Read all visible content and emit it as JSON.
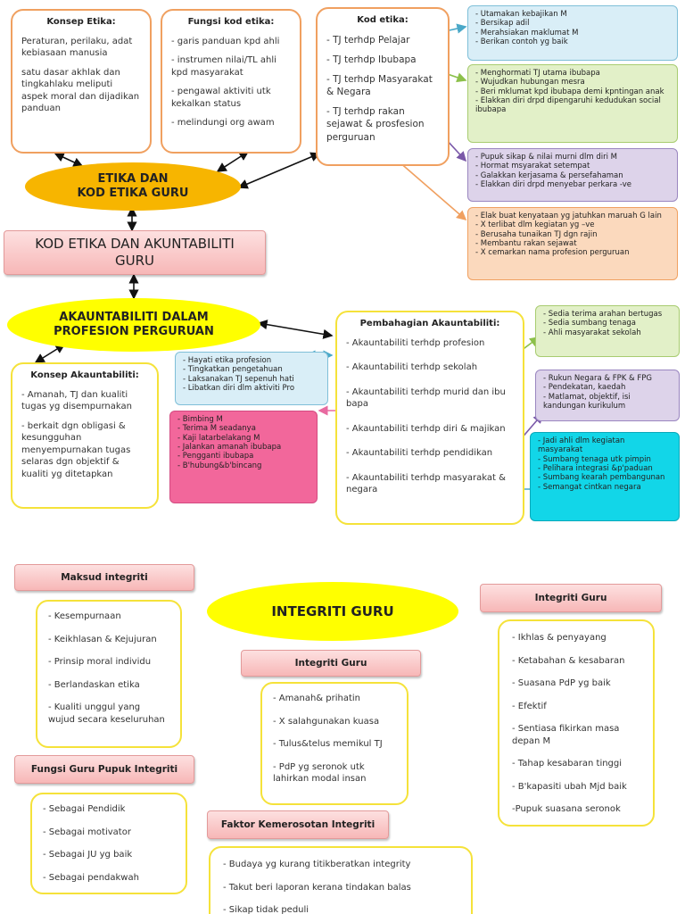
{
  "konsep_etika": {
    "title": "Konsep Etika:",
    "lines": [
      "Peraturan, perilaku, adat kebiasaan manusia",
      "satu dasar akhlak dan tingkahlaku meliputi aspek moral dan dijadikan panduan"
    ]
  },
  "fungsi_kod": {
    "title": "Fungsi kod etika:",
    "lines": [
      "- garis panduan kpd ahli",
      "- instrumen nilai/TL ahli kpd masyarakat",
      "- pengawal aktiviti utk kekalkan status",
      "- melindungi org awam"
    ]
  },
  "kod_etika": {
    "title": "Kod etika:",
    "lines": [
      "- TJ terhdp Pelajar",
      "- TJ terhdp Ibubapa",
      "- TJ terhdp Masyarakat & Negara",
      "- TJ terhdp rakan sejawat & prosfesion perguruan"
    ]
  },
  "notes": {
    "pelajar": [
      "- Utamakan kebajikan M",
      "- Bersikap adil",
      "- Merahsiakan maklumat M",
      "- Berikan contoh yg baik"
    ],
    "ibubapa": [
      "- Menghormati TJ utama ibubapa",
      "- Wujudkan hubungan mesra",
      "- Beri mklumat kpd ibubapa demi kpntingan anak",
      "- Elakkan diri drpd dipengaruhi kedudukan social ibubapa"
    ],
    "masyarakat": [
      "- Pupuk sikap & nilai murni dlm diri M",
      "- Hormat msyarakat setempat",
      "- Galakkan kerjasama & persefahaman",
      "- Elakkan diri drpd menyebar perkara -ve"
    ],
    "rakan": [
      "- Elak buat kenyataan yg jatuhkan maruah G lain",
      "- X terlibat dlm kegiatan yg –ve",
      "- Berusaha tunaikan TJ dgn rajin",
      "- Membantu rakan sejawat",
      "- X cemarkan nama profesion perguruan"
    ],
    "profesion": [
      "- Hayati etika profesion",
      "- Tingkatkan pengetahuan",
      "- Laksanakan TJ sepenuh hati",
      "- Libatkan diri dlm aktiviti Pro"
    ],
    "murid": [
      "- Bimbing M",
      "- Terima M seadanya",
      "- Kaji latarbelakang M",
      "- Jalankan amanah ibubapa",
      "- Pengganti ibubapa",
      "- B'hubung&b'bincang"
    ],
    "diri": [
      "- Sedia terima arahan bertugas",
      "- Sedia sumbang tenaga",
      "- Ahli masyarakat sekolah"
    ],
    "pendidikan": [
      "- Rukun Negara & FPK & FPG",
      "- Pendekatan, kaedah",
      "- Matlamat, objektif, isi kandungan kurikulum"
    ],
    "negara": [
      "- Jadi ahli dlm kegiatan masyarakat",
      "- Sumbang tenaga utk pimpin",
      "- Pelihara integrasi &p'paduan",
      "- Sumbang kearah pembangunan",
      "- Semangat cintkan negara"
    ]
  },
  "etika_ellipse": {
    "line1": "ETIKA DAN",
    "line2": "KOD ETIKA GURU"
  },
  "kod_akauntabiliti": {
    "line1": "KOD ETIKA DAN AKUNTABILITI",
    "line2": "GURU"
  },
  "akauntabiliti_ellipse": {
    "line1": "AKAUNTABILITI DALAM",
    "line2": "PROFESION PERGURUAN"
  },
  "konsep_akauntabiliti": {
    "title": "Konsep Akauntabiliti:",
    "lines": [
      "- Amanah, TJ dan kualiti tugas yg disempurnakan",
      "- berkait dgn obligasi & kesungguhan menyempurnakan tugas selaras dgn objektif & kualiti yg ditetapkan"
    ]
  },
  "pembahagian": {
    "title": "Pembahagian Akauntabiliti:",
    "lines": [
      "- Akauntabiliti terhdp profesion",
      "- Akauntabiliti terhdp sekolah",
      "- Akauntabiliti terhdp murid dan ibu bapa",
      "- Akauntabiliti terhdp diri & majikan",
      "- Akauntabiliti terhdp pendidikan",
      "- Akauntabiliti terhdp masyarakat & negara"
    ]
  },
  "maksud_integriti": {
    "title": "Maksud integriti",
    "lines": [
      "- Kesempurnaan",
      "- Keikhlasan & Kejujuran",
      "- Prinsip moral individu",
      "- Berlandaskan etika",
      "- Kualiti unggul yang wujud secara keseluruhan"
    ]
  },
  "integriti_ellipse": {
    "label": "INTEGRITI GURU"
  },
  "integriti_guru_mid": {
    "title": "Integriti Guru",
    "lines": [
      "- Amanah& prihatin",
      "- X salahgunakan kuasa",
      "- Tulus&telus memikul TJ",
      "- PdP yg seronok utk lahirkan modal insan"
    ]
  },
  "integriti_guru_right": {
    "title": "Integriti Guru",
    "lines": [
      "- Ikhlas & penyayang",
      "- Ketabahan & kesabaran",
      "- Suasana PdP yg baik",
      "- Efektif",
      "- Sentiasa fikirkan masa depan M",
      "- Tahap kesabaran tinggi",
      "- B'kapasiti ubah Mjd baik",
      "-Pupuk suasana seronok"
    ]
  },
  "fungsi_guru": {
    "title": "Fungsi Guru Pupuk Integriti",
    "lines": [
      "- Sebagai Pendidik",
      "- Sebagai motivator",
      "- Sebagai JU yg baik",
      "- Sebagai pendakwah"
    ]
  },
  "faktor": {
    "title": "Faktor Kemerosotan Integriti",
    "lines": [
      "- Budaya yg kurang titikberatkan integrity",
      "- Takut beri laporan kerana tindakan balas",
      "- Sikap tidak peduli"
    ]
  },
  "colors": {
    "orange_border": "#f0a060",
    "yellow_border": "#f5e23a",
    "gold_ellipse": "#f7b500",
    "yellow_ellipse": "#ffff00",
    "pink_banner": "#f7b7b7"
  }
}
